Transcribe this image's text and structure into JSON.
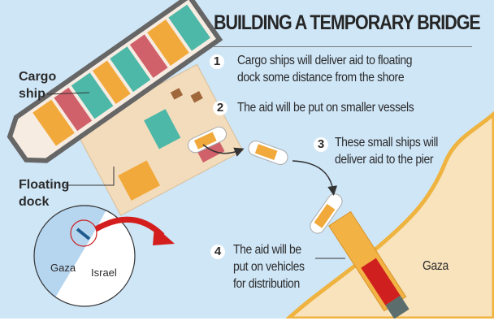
{
  "title": "BUILDING A TEMPORARY BRIDGE",
  "steps": [
    {
      "num": "1",
      "line1": "Cargo ships will deliver aid to floating",
      "line2": "dock some distance from the shore"
    },
    {
      "num": "2",
      "line1": "The aid will be put on smaller vessels"
    },
    {
      "num": "3",
      "line1": "These small ships will",
      "line2": "deliver aid to the pier"
    },
    {
      "num": "4",
      "line1": "The aid will be",
      "line2": "put on vehicles",
      "line3": "for distribution"
    }
  ],
  "labels": {
    "cargo_ship_1": "Cargo",
    "cargo_ship_2": "ship",
    "floating_dock_1": "Floating",
    "floating_dock_2": "dock",
    "gaza_shore": "Gaza"
  },
  "inset_map": {
    "gaza": "Gaza",
    "israel": "Israel"
  },
  "colors": {
    "sea": "#cfe6f7",
    "sand": "#f8e3bd",
    "shore": "#efb33f",
    "red": "#d3343a",
    "teal": "#4db8a8",
    "orange": "#f2a93b"
  }
}
